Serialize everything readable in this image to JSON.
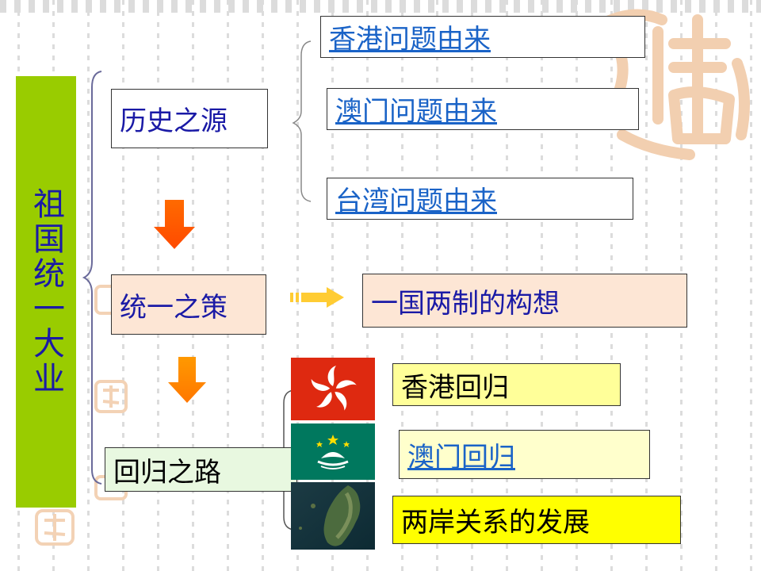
{
  "title": "祖国统一大业",
  "stages": {
    "history": "历史之源",
    "policy": "统一之策",
    "return": "回归之路"
  },
  "history_items": [
    "香港问题由来",
    "澳门问题由来",
    "台湾问题由来"
  ],
  "policy_result": "一国两制的构想",
  "return_items": [
    "香港回归",
    "澳门回归",
    "两岸关系的发展"
  ],
  "colors": {
    "title_bg": "#99cc00",
    "title_text": "#1a1aa6",
    "link": "#1a63c7",
    "policy_bg": "#fde6d5",
    "return_stage_bg": "#e8f8e0",
    "hk_box_bg": "#ffff99",
    "macau_box_bg": "#ffffcc",
    "taiwan_box_bg": "#ffff00",
    "arrow_orange": "#ff7f00",
    "arrow_yellow": "#ffcc33"
  },
  "icons": {
    "hk_flag": "hong-kong-flag-icon",
    "macau_flag": "macau-flag-icon",
    "taiwan_map": "taiwan-satellite-icon"
  }
}
